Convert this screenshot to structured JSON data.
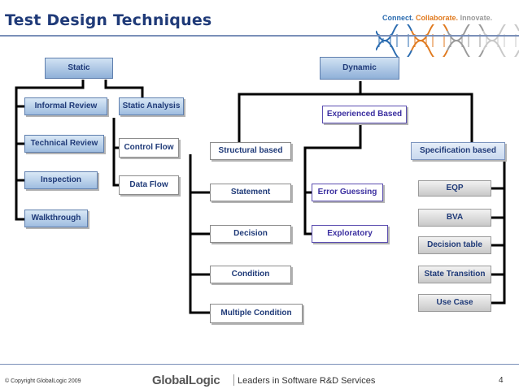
{
  "title": "Test Design Techniques",
  "tagline": {
    "part1": "Connect.",
    "part2": "Collaborate.",
    "part3": "Innovate."
  },
  "nodes": {
    "static": "Static",
    "dynamic": "Dynamic",
    "informal_review": "Informal Review",
    "technical_review": "Technical Review",
    "inspection": "Inspection",
    "walkthrough": "Walkthrough",
    "static_analysis": "Static  Analysis",
    "control_flow": "Control Flow",
    "data_flow": "Data Flow",
    "experienced_based": "Experienced Based",
    "structural_based": "Structural based",
    "statement": "Statement",
    "decision": "Decision",
    "condition": "Condition",
    "multiple_condition": "Multiple Condition",
    "error_guessing": "Error Guessing",
    "exploratory": "Exploratory",
    "specification_based": "Specification based",
    "eqp": "EQP",
    "bva": "BVA",
    "decision_table": "Decision table",
    "state_transition": "State Transition",
    "use_case": "Use Case"
  },
  "footer": {
    "copyright": "© Copyright GlobalLogic 2009",
    "logo": "GlobalLogic",
    "logo_tagline": "Leaders in Software R&D Services",
    "page_number": "4"
  },
  "colors": {
    "title": "#1f3a78",
    "connector": "#000000",
    "accent_orange": "#e07a1f"
  }
}
